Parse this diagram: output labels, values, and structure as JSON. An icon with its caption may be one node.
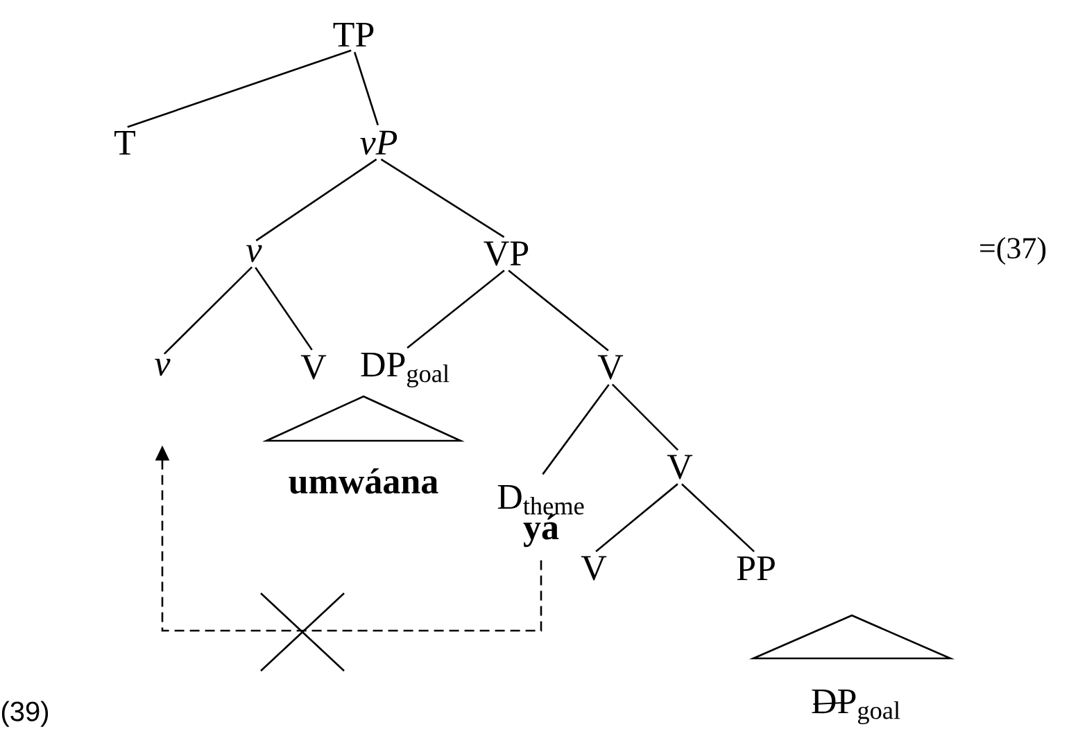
{
  "diagram": {
    "nodes": [
      {
        "text": [
          "TP"
        ]
      },
      {
        "text": [
          "T"
        ]
      },
      {
        "text": [
          "vP"
        ]
      },
      {
        "text": [
          "v"
        ]
      },
      {
        "text": [
          "VP"
        ]
      },
      {
        "text": [
          "v"
        ]
      },
      {
        "text": [
          "V"
        ]
      },
      {
        "text": [
          "DP$_{goal}$"
        ]
      },
      {
        "text": [
          "V"
        ]
      },
      {
        "text": [
          "umwáana"
        ]
      },
      {
        "text": [
          "D$_{theme}$",
          "yá"
        ]
      },
      {
        "text": [
          "V"
        ]
      },
      {
        "text": [
          "V"
        ]
      },
      {
        "text": [
          "PP"
        ]
      },
      {
        "text": [
          "DP$_{goal}$"
        ]
      },
      {
        "text": [],
        "shape": "triangle"
      },
      {
        "text": [],
        "shape": "triangle"
      }
    ],
    "edges": [
      {
        "from": 0,
        "to": 1,
        "arrow": "none"
      },
      {
        "from": 0,
        "to": 2,
        "arrow": "none"
      },
      {
        "from": 2,
        "to": 3,
        "arrow": "none"
      },
      {
        "from": 2,
        "to": 4,
        "arrow": "none"
      },
      {
        "from": 3,
        "to": 5,
        "arrow": "none"
      },
      {
        "from": 3,
        "to": 6,
        "arrow": "none"
      },
      {
        "from": 4,
        "to": 7,
        "arrow": "none"
      },
      {
        "from": 4,
        "to": 8,
        "arrow": "none"
      },
      {
        "from": 8,
        "to": 10,
        "arrow": "none"
      },
      {
        "from": 8,
        "to": 11,
        "arrow": "none"
      },
      {
        "from": 11,
        "to": 12,
        "arrow": "none"
      },
      {
        "from": 11,
        "to": 13,
        "arrow": "none"
      },
      {
        "from": 10,
        "to": 5,
        "arrow": "to",
        "style": "dashed"
      }
    ],
    "labels": [
      "=(37)",
      "(39)"
    ]
  }
}
